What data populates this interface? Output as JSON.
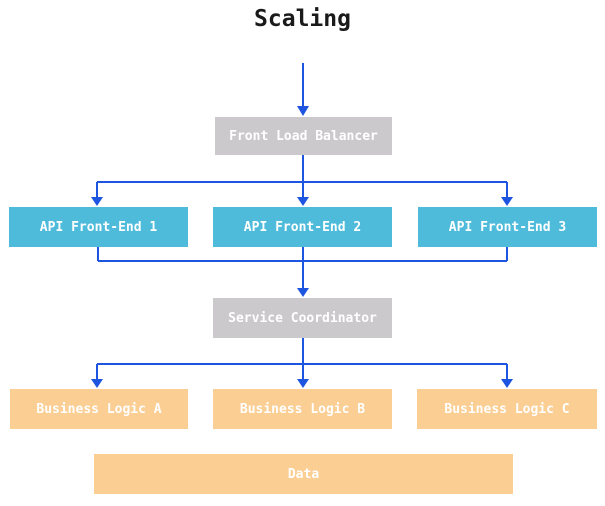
{
  "title": "Scaling",
  "colors": {
    "edge_blue": "#1d55e0",
    "node_gray": "#ccc9cd",
    "node_cyan": "#4fbbdb",
    "node_orange": "#fbce94",
    "node_text": "#ffffff",
    "title_text": "#1a1a1a"
  },
  "nodes": {
    "front_load_balancer": {
      "label": "Front Load Balancer"
    },
    "api_front_end_1": {
      "label": "API Front-End 1"
    },
    "api_front_end_2": {
      "label": "API Front-End 2"
    },
    "api_front_end_3": {
      "label": "API Front-End 3"
    },
    "service_coordinator": {
      "label": "Service Coordinator"
    },
    "business_logic_a": {
      "label": "Business Logic A"
    },
    "business_logic_b": {
      "label": "Business Logic B"
    },
    "business_logic_c": {
      "label": "Business Logic C"
    },
    "data_store": {
      "label": "Data"
    }
  },
  "edges": [
    {
      "from": "start",
      "to": "front_load_balancer"
    },
    {
      "from": "front_load_balancer",
      "to": "api_front_end_1"
    },
    {
      "from": "front_load_balancer",
      "to": "api_front_end_2"
    },
    {
      "from": "front_load_balancer",
      "to": "api_front_end_3"
    },
    {
      "from": "api_front_end_1",
      "to": "service_coordinator"
    },
    {
      "from": "api_front_end_2",
      "to": "service_coordinator"
    },
    {
      "from": "api_front_end_3",
      "to": "service_coordinator"
    },
    {
      "from": "service_coordinator",
      "to": "business_logic_a"
    },
    {
      "from": "service_coordinator",
      "to": "business_logic_b"
    },
    {
      "from": "service_coordinator",
      "to": "business_logic_c"
    }
  ]
}
